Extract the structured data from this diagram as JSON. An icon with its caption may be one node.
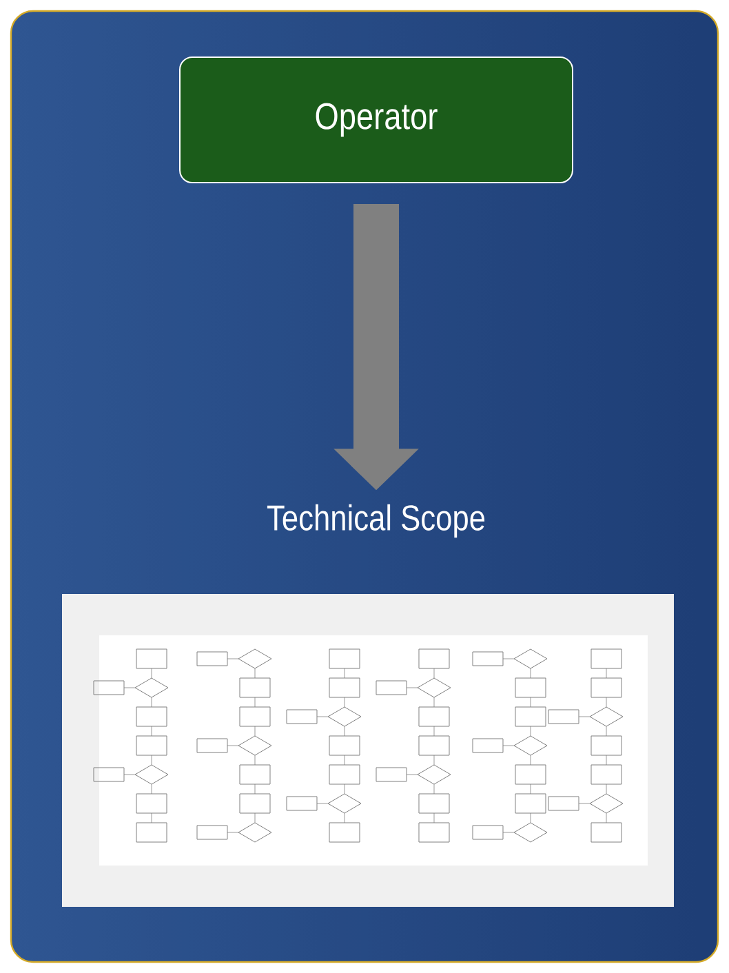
{
  "diagram": {
    "nodes": [
      {
        "text": [
          "Operator"
        ]
      },
      {
        "text": [
          "Technical Scope"
        ]
      }
    ],
    "edges": [
      {
        "from": 0,
        "to": 1,
        "arrow": "to"
      }
    ]
  }
}
